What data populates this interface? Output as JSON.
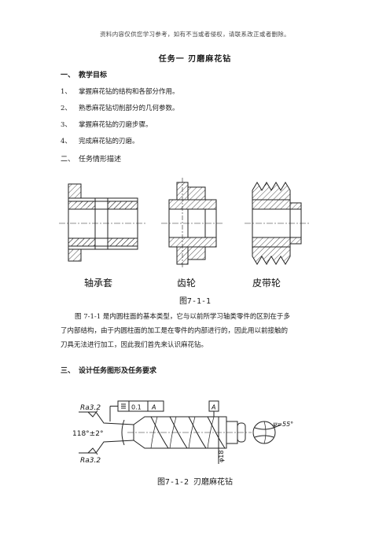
{
  "notice": "资料内容仅供您学习参考，如有不当或者侵权，请联系改正或者删除。",
  "title": "任务一    刃磨麻花钻",
  "section1": {
    "num": "一、",
    "label": "教学目标"
  },
  "objectives": [
    {
      "num": "1、",
      "text": "掌握麻花钻的结构和各部分作用。"
    },
    {
      "num": "2、",
      "text": "熟悉麻花钻切削部分的几何参数。"
    },
    {
      "num": "3、",
      "text": "掌握麻花钻的刃磨步骤。"
    },
    {
      "num": "4、",
      "text": "完成麻花钻的刃磨。"
    }
  ],
  "section2": {
    "num": "二、",
    "label": "任务情形描述"
  },
  "figure1": {
    "labels": [
      "轴承套",
      "齿轮",
      "皮带轮"
    ],
    "caption": "图7-1-1"
  },
  "paragraph1": [
    "图 7-1-1 是内圆柱面的基本类型，它与以前所学习轴类零件的区别在于多",
    "了内部结构，由于内圆柱面的加工是在零件的内部进行的，因此用以前接触的",
    "刀具无法进行加工，因此我们首先来认识麻花钻。"
  ],
  "section3": {
    "num": "三、",
    "label": "设计任务图形及任务要求"
  },
  "figure2": {
    "ra_top": "Ra3.2",
    "ra_bottom": "Ra3.2",
    "angle": "118°±2°",
    "tol_value": "0.1",
    "datum": "A",
    "diameter": "φ18",
    "psi": "ψ=55°",
    "caption": "图7-1-2 刃磨麻花钻"
  }
}
